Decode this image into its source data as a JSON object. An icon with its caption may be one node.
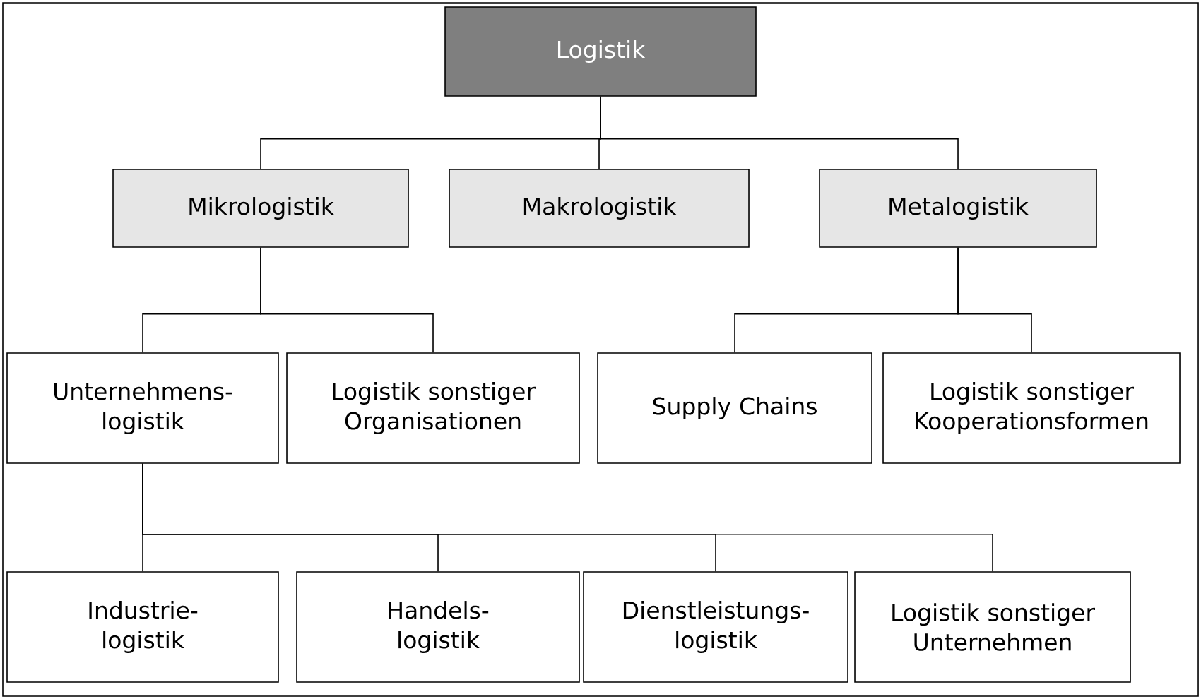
{
  "diagram": {
    "nodes": [
      {
        "text": [
          "Logistik"
        ]
      },
      {
        "text": [
          "Mikrologistik"
        ]
      },
      {
        "text": [
          "Makrologistik"
        ]
      },
      {
        "text": [
          "Metalogistik"
        ]
      },
      {
        "text": [
          "Unternehmens-logistik"
        ]
      },
      {
        "text": [
          "Logistik sonstiger Organisationen"
        ]
      },
      {
        "text": [
          "Supply Chains"
        ]
      },
      {
        "text": [
          "Logistik sonstiger Kooperationsformen"
        ]
      },
      {
        "text": [
          "Industrie-logistik"
        ]
      },
      {
        "text": [
          "Handels-logistik"
        ]
      },
      {
        "text": [
          "Dienstleistungs-logistik"
        ]
      },
      {
        "text": [
          "Logistik sonstiger Unternehmen"
        ]
      }
    ],
    "edges": [
      {
        "from": 0,
        "to": 1,
        "arrow": "none"
      },
      {
        "from": 0,
        "to": 2,
        "arrow": "none"
      },
      {
        "from": 0,
        "to": 3,
        "arrow": "none"
      },
      {
        "from": 1,
        "to": 4,
        "arrow": "none"
      },
      {
        "from": 1,
        "to": 5,
        "arrow": "none"
      },
      {
        "from": 3,
        "to": 6,
        "arrow": "none"
      },
      {
        "from": 3,
        "to": 7,
        "arrow": "none"
      },
      {
        "from": 4,
        "to": 8,
        "arrow": "none"
      },
      {
        "from": 4,
        "to": 9,
        "arrow": "none"
      },
      {
        "from": 4,
        "to": 10,
        "arrow": "none"
      },
      {
        "from": 4,
        "to": 11,
        "arrow": "none"
      }
    ]
  }
}
